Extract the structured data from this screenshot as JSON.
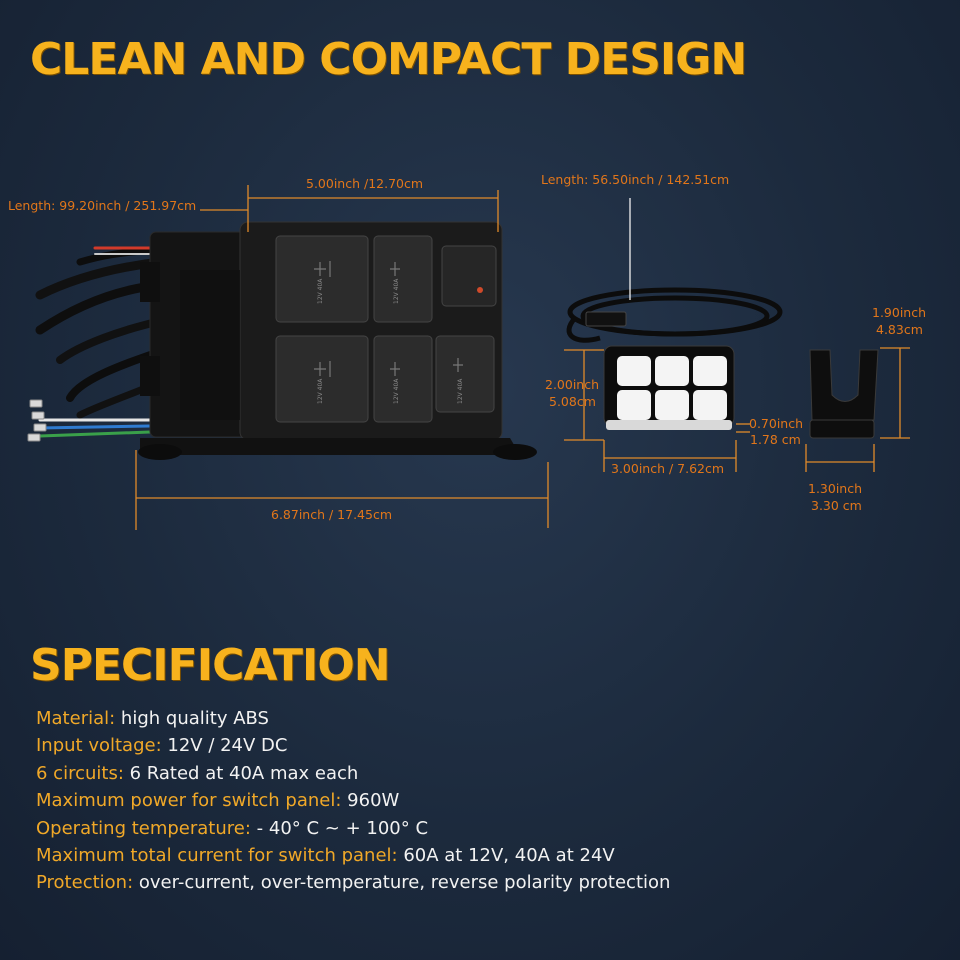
{
  "titles": {
    "main": "CLEAN AND COMPACT DESIGN",
    "spec": "SPECIFICATION"
  },
  "dimensions": {
    "relay_length": "Length: 99.20inch / 251.97cm",
    "relay_width": "5.00inch /12.70cm",
    "relay_overall": "6.87inch / 17.45cm",
    "cable_length": "Length: 56.50inch / 142.51cm",
    "panel_height_in": "2.00inch",
    "panel_height_cm": "5.08cm",
    "panel_width": "3.00inch / 7.62cm",
    "panel_depth_in": "0.70inch",
    "panel_depth_cm": "1.78 cm",
    "bracket_height_in": "1.90inch",
    "bracket_height_cm": "4.83cm",
    "bracket_width_in": "1.30inch",
    "bracket_width_cm": "3.30 cm"
  },
  "relay_label": "12V 40A",
  "specs": [
    {
      "label": "Material:",
      "value": " high quality ABS"
    },
    {
      "label": "Input voltage:",
      "value": " 12V / 24V DC"
    },
    {
      "label": "6 circuits:",
      "value": " 6 Rated at 40A max each"
    },
    {
      "label": "Maximum power for switch panel:",
      "value": " 960W"
    },
    {
      "label": "Operating temperature:",
      "value": " - 40° C ~ + 100° C"
    },
    {
      "label": "Maximum total current for switch panel:",
      "value": " 60A at 12V, 40A at 24V"
    },
    {
      "label": "Protection:",
      "value": " over-current, over-temperature, reverse polarity protection"
    }
  ],
  "colors": {
    "accent": "#f7b21d",
    "dimension": "#e1761a",
    "spec_label": "#f0a828",
    "spec_value": "#f2f2f2",
    "background": "#1c2a3d"
  }
}
